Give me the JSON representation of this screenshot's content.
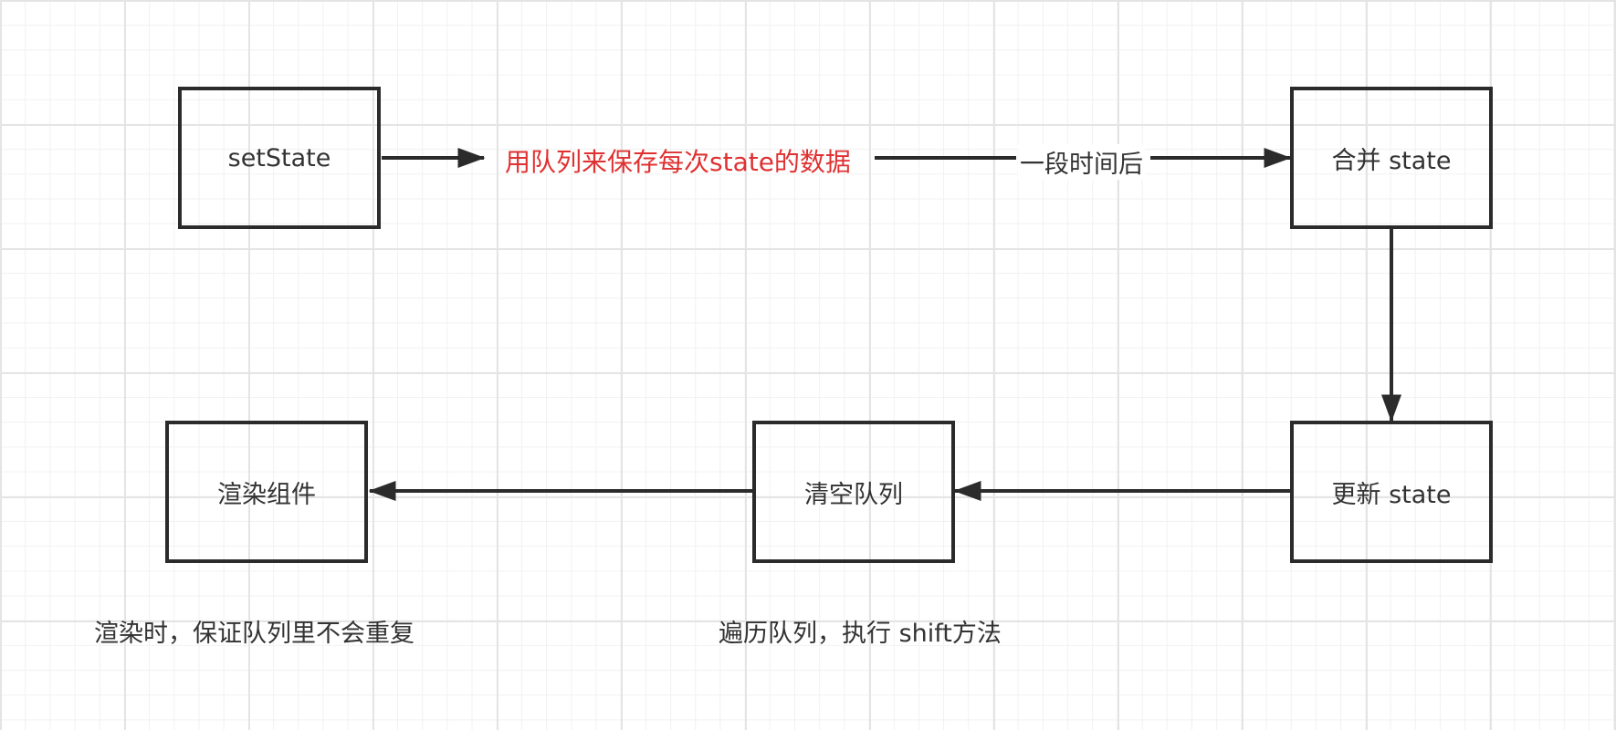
{
  "nodes": {
    "set_state": "setState",
    "merge_state": "合并 state",
    "update_state": "更新 state",
    "clear_queue": "清空队列",
    "render_component": "渲染组件"
  },
  "edge_labels": {
    "queue_save": "用队列来保存每次state的数据",
    "after_delay": "一段时间后"
  },
  "notes": {
    "render_note": "渲染时，保证队列里不会重复",
    "traverse_note": "遍历队列，执行 shift方法"
  },
  "colors": {
    "stroke": "#2b2b2b",
    "text": "#333333",
    "highlight": "#e03131",
    "grid_major": "#e4e4e4",
    "grid_minor": "#f1f1f1"
  }
}
